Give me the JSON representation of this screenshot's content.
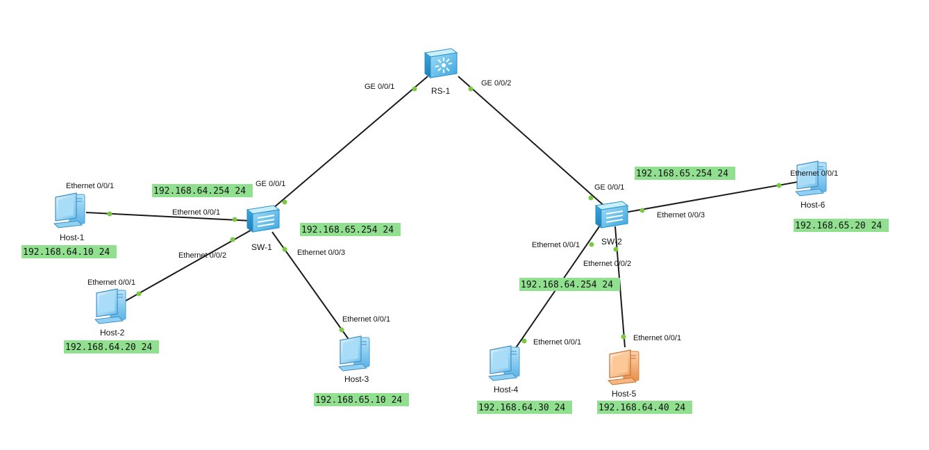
{
  "colors": {
    "link": "#1a1a1a",
    "port_dot": "#7ac943",
    "ip_bg": "#90e090",
    "host_blue": "#7ec8f0",
    "host_orange": "#f2a86a",
    "switch_blue": "#5bbde8"
  },
  "devices": {
    "rs1": {
      "label": "RS-1",
      "icon": "router-switch-icon"
    },
    "sw1": {
      "label": "SW-1",
      "icon": "switch-icon"
    },
    "sw2": {
      "label": "SW-2",
      "icon": "switch-icon"
    },
    "host1": {
      "label": "Host-1",
      "icon": "pc-icon"
    },
    "host2": {
      "label": "Host-2",
      "icon": "pc-icon"
    },
    "host3": {
      "label": "Host-3",
      "icon": "pc-icon"
    },
    "host4": {
      "label": "Host-4",
      "icon": "pc-icon"
    },
    "host5": {
      "label": "Host-5",
      "icon": "pc-icon"
    },
    "host6": {
      "label": "Host-6",
      "icon": "pc-icon"
    }
  },
  "ports": {
    "rs1_ge1": "GE 0/0/1",
    "rs1_ge2": "GE 0/0/2",
    "sw1_ge1": "GE 0/0/1",
    "sw1_e1": "Ethernet 0/0/1",
    "sw1_e2": "Ethernet 0/0/2",
    "sw1_e3": "Ethernet 0/0/3",
    "sw2_ge1": "GE 0/0/1",
    "sw2_e1": "Ethernet 0/0/1",
    "sw2_e2": "Ethernet 0/0/2",
    "sw2_e3": "Ethernet 0/0/3",
    "host1_e1": "Ethernet 0/0/1",
    "host2_e1": "Ethernet 0/0/1",
    "host3_e1": "Ethernet 0/0/1",
    "host4_e1": "Ethernet 0/0/1",
    "host5_e1": "Ethernet 0/0/1",
    "host6_e1": "Ethernet 0/0/1"
  },
  "ips": {
    "sw1_vlan64": "192.168.64.254 24",
    "sw1_vlan65": "192.168.65.254 24",
    "sw2_vlan65": "192.168.65.254 24",
    "sw2_vlan64": "192.168.64.254 24",
    "host1": "192.168.64.10 24",
    "host2": "192.168.64.20 24",
    "host3": "192.168.65.10 24",
    "host4": "192.168.64.30 24",
    "host5": "192.168.64.40 24",
    "host6": "192.168.65.20 24"
  }
}
